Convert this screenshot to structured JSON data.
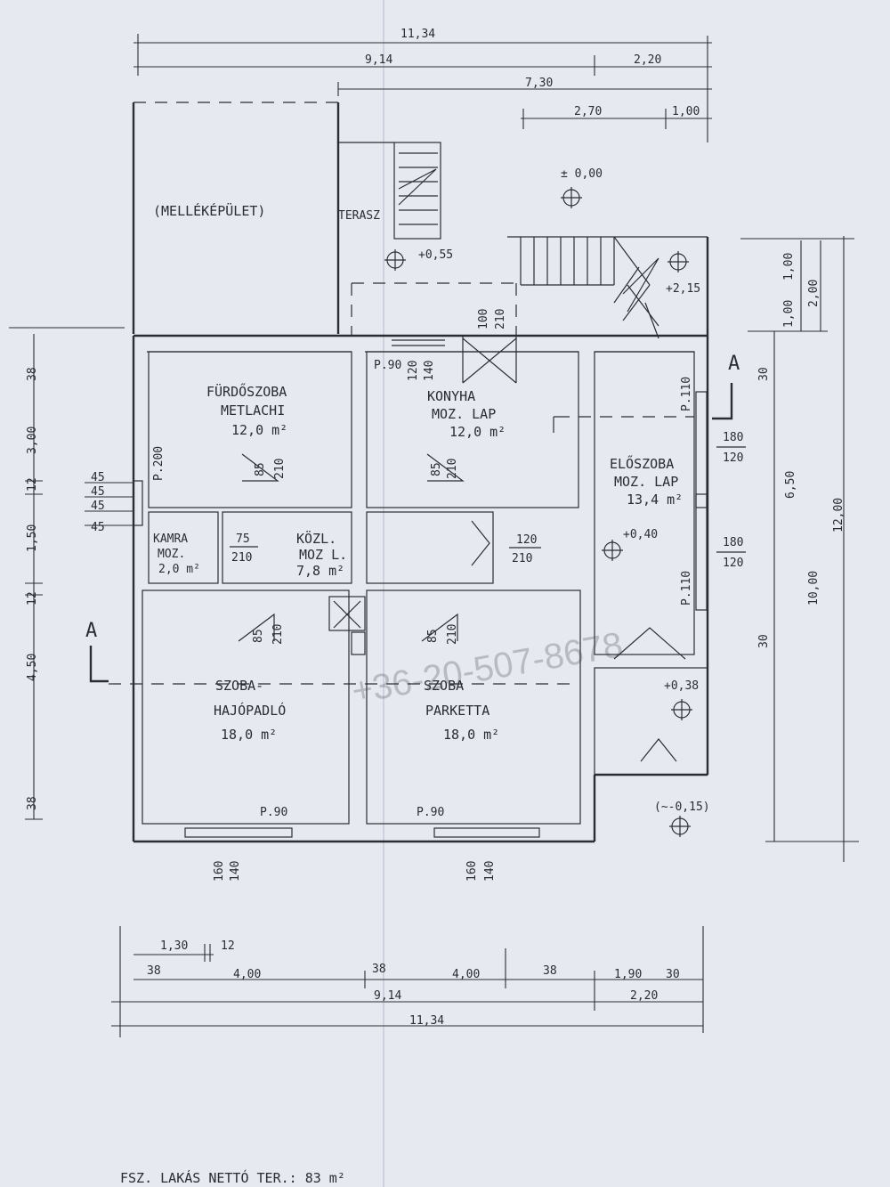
{
  "rooms": {
    "annex": "(MELLÉKÉPÜLET)",
    "terrace": "TERASZ",
    "bathroom": {
      "name": "FÜRDŐSZOBA",
      "floor": "METLACHI",
      "area": "12,0 m²"
    },
    "kitchen": {
      "name": "KONYHA",
      "floor": "MOZ. LAP",
      "area": "12,0 m²"
    },
    "living": {
      "name": "ELŐSZOBA",
      "floor": "MOZ. LAP",
      "area": "13,4 m²"
    },
    "pantry": {
      "name": "KAMRA",
      "floor": "MOZ.",
      "area": "2,0 m²"
    },
    "corridor": {
      "name": "KÖZL.",
      "floor": "MOZ L.",
      "area": "7,8 m²"
    },
    "room_left": {
      "name": "SZOBA-",
      "floor": "HAJÓPADLÓ",
      "area": "18,0 m²"
    },
    "room_right": {
      "name": "SZOBA",
      "floor": "PARKETTA",
      "area": "18,0 m²"
    }
  },
  "levels": {
    "ground": "± 0,00",
    "terrace": "+0,55",
    "stair_top": "+2,15",
    "hall": "+0,40",
    "entry": "+0,38",
    "outside": "(~-0,15)"
  },
  "dimensions": {
    "top": [
      "11,34",
      "9,14",
      "2,20",
      "7,30",
      "2,70",
      "1,00"
    ],
    "bottom": [
      "1,30",
      "12",
      "38",
      "4,00",
      "38",
      "4,00",
      "38",
      "1,90",
      "30",
      "9,14",
      "2,20",
      "11,34"
    ],
    "left": [
      "38",
      "3,00",
      "12",
      "1,50",
      "12",
      "4,50",
      "38"
    ],
    "left_small": [
      "45",
      "45",
      "45",
      "45"
    ],
    "right_outer": [
      "1,00",
      "1,00",
      "2,00",
      "12,00"
    ],
    "right_inner": [
      "30",
      "6,50",
      "10,00",
      "30"
    ]
  },
  "openings": {
    "p90a": "P.90",
    "p200": "P.200",
    "p110a": "P.110",
    "p110b": "P.110",
    "p90b": "P.90",
    "p90c": "P.90",
    "d100": "100",
    "d210a": "210",
    "d120a": "120",
    "d140a": "140",
    "d85a": "85",
    "d210b": "210",
    "d85b": "85",
    "d210c": "210",
    "d75": "75",
    "d210d": "210",
    "d120b": "120",
    "d210e": "210",
    "d85c": "85",
    "d210f": "210",
    "d85d": "85",
    "d210g": "210",
    "d180a": "180",
    "d120c": "120",
    "d180b": "180",
    "d120d": "120",
    "d160a": "160",
    "d140b": "140",
    "d160b": "160",
    "d140c": "140"
  },
  "section": {
    "a1": "A",
    "a2": "A"
  },
  "watermark": "+36-20-507-8678",
  "footer": "FSZ. LAKÁS NETTÓ TER.: 83 m²"
}
